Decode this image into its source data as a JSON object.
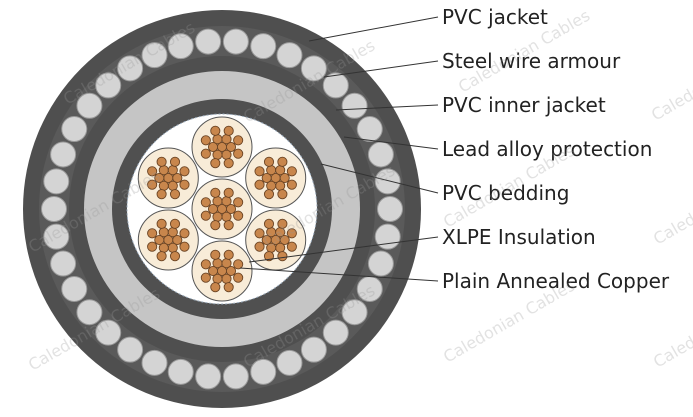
{
  "diagram": {
    "labels": [
      {
        "id": "pvc-jacket",
        "text": "PVC jacket"
      },
      {
        "id": "steel-wire-armour",
        "text": "Steel wire armour"
      },
      {
        "id": "pvc-inner-jacket",
        "text": "PVC inner jacket"
      },
      {
        "id": "lead-alloy-protection",
        "text": "Lead alloy protection"
      },
      {
        "id": "pvc-bedding",
        "text": "PVC bedding"
      },
      {
        "id": "xlpe-insulation",
        "text": "XLPE Insulation"
      },
      {
        "id": "plain-annealed-copper",
        "text": "Plain Annealed Copper"
      }
    ],
    "watermark": "Caledonian Cables"
  },
  "colors": {
    "jacket": "#4f4f4f",
    "armour_wire": "#d4d4d4",
    "inner_jacket": "#4f4f4f",
    "lead_alloy": "#c5c5c5",
    "bedding": "#505050",
    "filler": "#ffffff",
    "insulation": "#f8ecd8",
    "copper": "#c8864c",
    "line": "#333333"
  }
}
